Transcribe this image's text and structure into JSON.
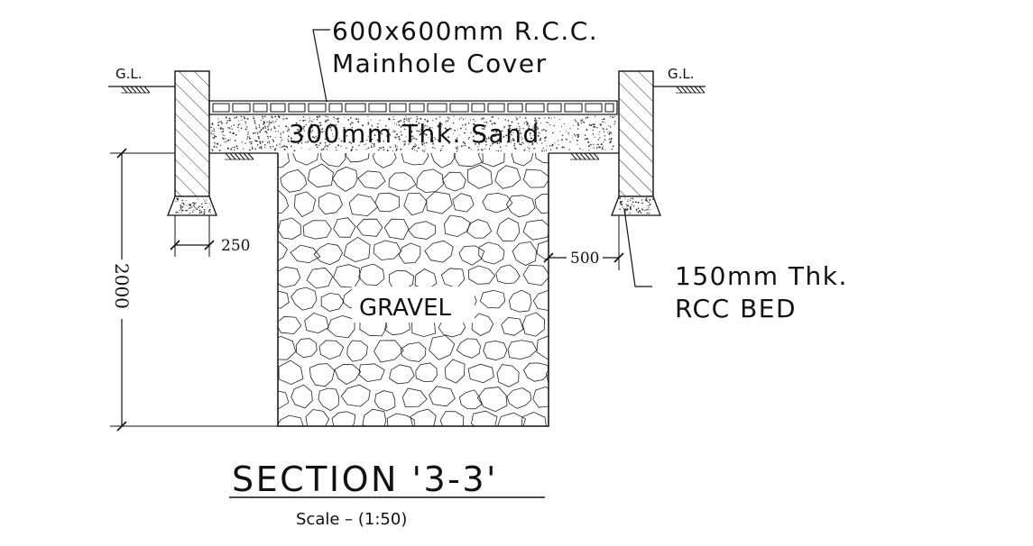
{
  "labels": {
    "cover_line1": "600x600mm R.C.C.",
    "cover_line2": "Mainhole Cover",
    "sand": "300mm Thk. Sand",
    "gravel": "GRAVEL",
    "gl_left": "G.L.",
    "gl_right": "G.L.",
    "bed_line1": "150mm Thk.",
    "bed_line2": "RCC BED"
  },
  "dimensions": {
    "wall_thickness": "250",
    "gap": "500",
    "depth": "2000"
  },
  "title": {
    "section": "SECTION '3-3'",
    "scale": "Scale  –  (1:50)"
  },
  "colors": {
    "line": "#111111",
    "background": "#ffffff"
  }
}
